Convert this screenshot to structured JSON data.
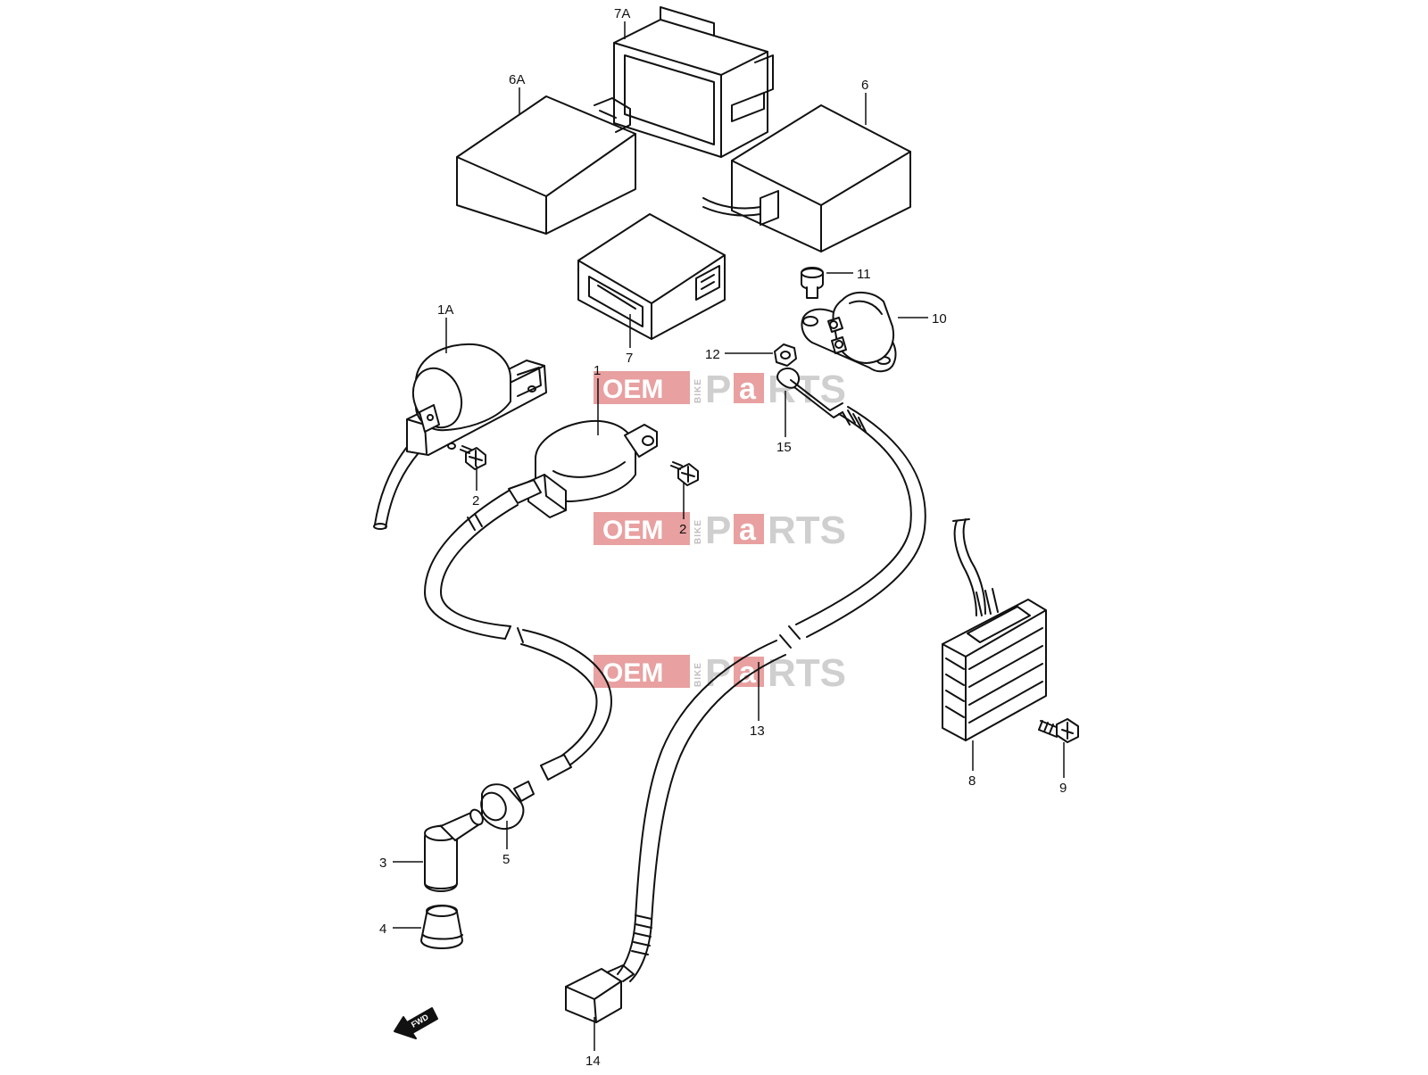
{
  "diagram": {
    "labels": {
      "p7A": "7A",
      "p6A": "6A",
      "p6": "6",
      "p11": "11",
      "p10": "10",
      "p12": "12",
      "p1A": "1A",
      "p1": "1",
      "p7": "7",
      "p15": "15",
      "p2a": "2",
      "p2b": "2",
      "p8": "8",
      "p9": "9",
      "p13": "13",
      "p3": "3",
      "p5": "5",
      "p4": "4",
      "p14": "14"
    },
    "fwd_label": "FWD"
  },
  "watermark": {
    "oem": "OEM",
    "bike": "BIKE",
    "p": "P",
    "a": "a",
    "rts": "RTS"
  },
  "colors": {
    "line": "#111111",
    "watermark_red": "#e8a0a0",
    "watermark_grey": "#cfcfcf"
  }
}
